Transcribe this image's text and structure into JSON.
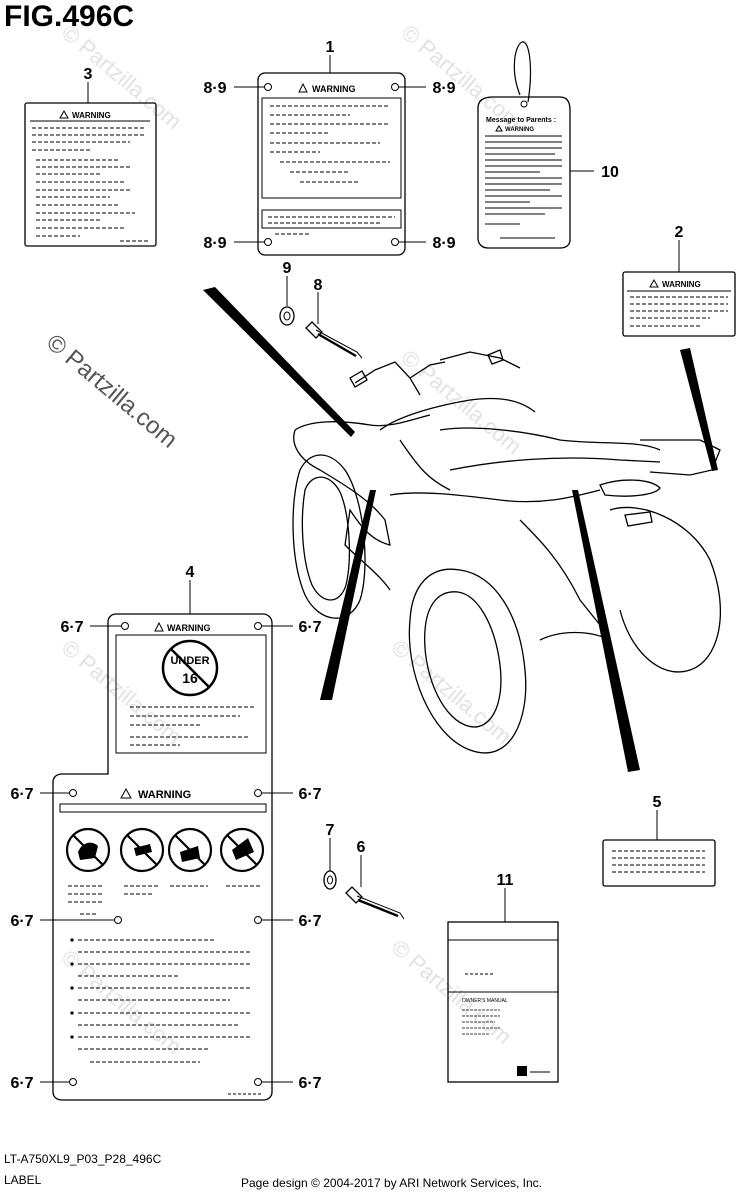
{
  "figure": {
    "title": "FIG.496C",
    "diagram_code": "LT-A750XL9_P03_P28_496C",
    "caption": "LABEL",
    "credit": "Page design © 2004-2017 by ARI Network Services, Inc."
  },
  "watermark": "© Partzilla.com",
  "callouts": {
    "c1": "1",
    "c2": "2",
    "c3": "3",
    "c4": "4",
    "c5": "5",
    "c6": "6",
    "c7": "7",
    "c8": "8",
    "c9": "9",
    "c10": "10",
    "c11": "11",
    "c89": "8·9",
    "c67": "6·7"
  },
  "label_text": {
    "warning": "WARNING",
    "message_to_parents": "Message to Parents :",
    "under": "UNDER",
    "age": "16",
    "owners_manual": "OWNER'S MANUAL"
  },
  "colors": {
    "line": "#000000",
    "watermark": "#e2e2e2",
    "background": "#ffffff"
  }
}
